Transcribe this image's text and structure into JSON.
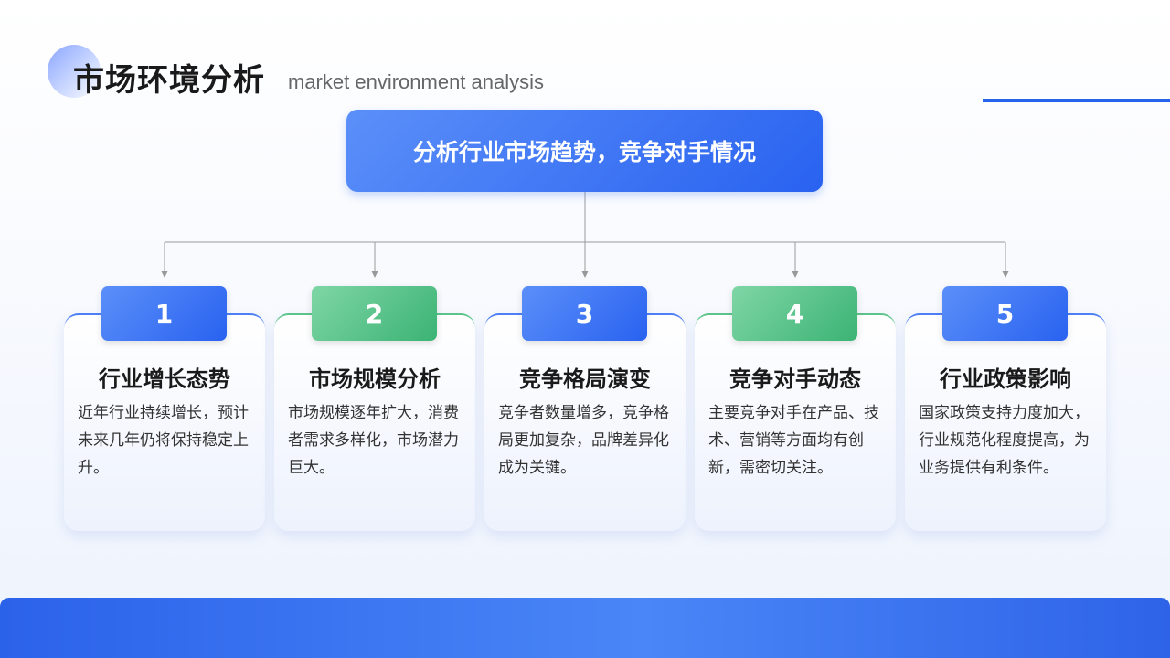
{
  "header": {
    "title": "市场环境分析",
    "subtitle": "market environment analysis"
  },
  "top": {
    "label": "分析行业市场趋势，竞争对手情况"
  },
  "cards": [
    {
      "number": "1",
      "title": "行业增长态势",
      "text": "近年行业持续增长，预计未来几年仍将保持稳定上升。",
      "color": "#2962f0"
    },
    {
      "number": "2",
      "title": "市场规模分析",
      "text": "市场规模逐年扩大，消费者需求多样化，市场潜力巨大。",
      "color": "#3bb374"
    },
    {
      "number": "3",
      "title": "竞争格局演变",
      "text": "竞争者数量增多，竞争格局更加复杂，品牌差异化成为关键。",
      "color": "#2962f0"
    },
    {
      "number": "4",
      "title": "竞争对手动态",
      "text": "主要竞争对手在产品、技术、营销等方面均有创新，需密切关注。",
      "color": "#3bb374"
    },
    {
      "number": "5",
      "title": "行业政策影响",
      "text": "国家政策支持力度加大，行业规范化程度提高，为业务提供有利条件。",
      "color": "#2962f0"
    }
  ]
}
